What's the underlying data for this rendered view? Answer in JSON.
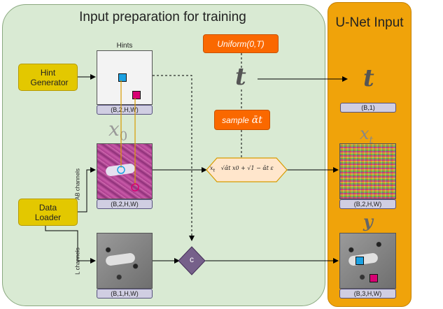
{
  "panels": {
    "prep_title": "Input preparation for training",
    "unet_title": "U-Net Input"
  },
  "blocks": {
    "hint_generator": "Hint Generator",
    "data_loader": "Data Loader",
    "uniform": "Uniform(0,T)",
    "sample": "sample",
    "concat": "c"
  },
  "labels": {
    "hints": "Hints",
    "ab_channels": "AB channels",
    "l_channels": "L channels"
  },
  "symbols": {
    "x0": "x",
    "x0_sub": "0",
    "t_main": "t",
    "t_unet": "t",
    "xt": "x",
    "xt_sub": "t",
    "y": "y",
    "alpha_bar_t": "ᾱt"
  },
  "equation": {
    "lhs": "x",
    "lhs_sub": "t",
    "rhs": "√ᾱt x0 + √1 − ᾱt ε"
  },
  "shapes": {
    "hints": "(B,2,H,W)",
    "ab": "(B,2,H,W)",
    "l": "(B,1,H,W)",
    "t": "(B,1)",
    "xt": "(B,2,H,W)",
    "y": "(B,3,H,W)"
  },
  "colors": {
    "panel_prep": "#d9ead3",
    "panel_unet": "#f0a30a",
    "yellow_block": "#e3c800",
    "orange_block": "#fa6800",
    "hexagon": "#ffe6cc",
    "concat_diamond": "#76608a",
    "shape_label": "#d0cee2",
    "hint_blue": "#1ba1e2",
    "hint_red": "#d80073"
  }
}
